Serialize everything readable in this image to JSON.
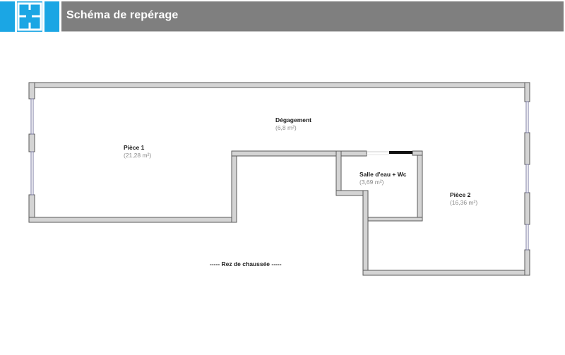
{
  "header": {
    "title": "Schéma de repérage",
    "logo_icon": "floorplan-logo-icon",
    "brand_color": "#1ba6e4",
    "bar_color": "#7f7f7f"
  },
  "plan": {
    "floor_label": "----- Rez de chaussée -----",
    "wall_fill": "#d4d4d4",
    "wall_stroke": "#5a5a5a",
    "rooms": [
      {
        "name": "Pièce 1",
        "area": "(21,28 m²)"
      },
      {
        "name": "Dégagement",
        "area": "(6,8 m²)"
      },
      {
        "name": "Salle d'eau + Wc",
        "area": "(3,69 m²)"
      },
      {
        "name": "Pièce 2",
        "area": "(16,36 m²)"
      }
    ]
  }
}
